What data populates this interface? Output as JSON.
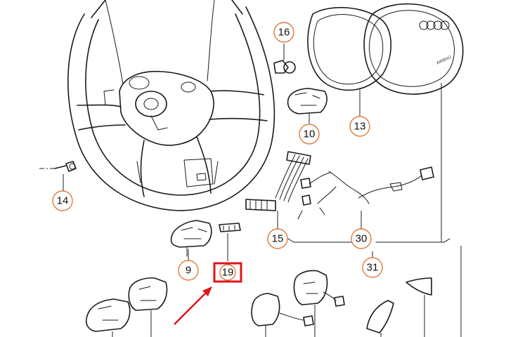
{
  "callouts": {
    "c16": "16",
    "c13": "13",
    "c10": "10",
    "c14": "14",
    "c15": "15",
    "c30": "30",
    "c31": "31",
    "c9": "9",
    "c19": "19"
  },
  "logo_text": "AIRBAG",
  "colors": {
    "callout_ring": "#e07a3c",
    "highlight": "#e0141e",
    "line_art": "#1a1a1a"
  },
  "icons": [
    "audi-rings-logo",
    "red-pointer-arrow"
  ]
}
